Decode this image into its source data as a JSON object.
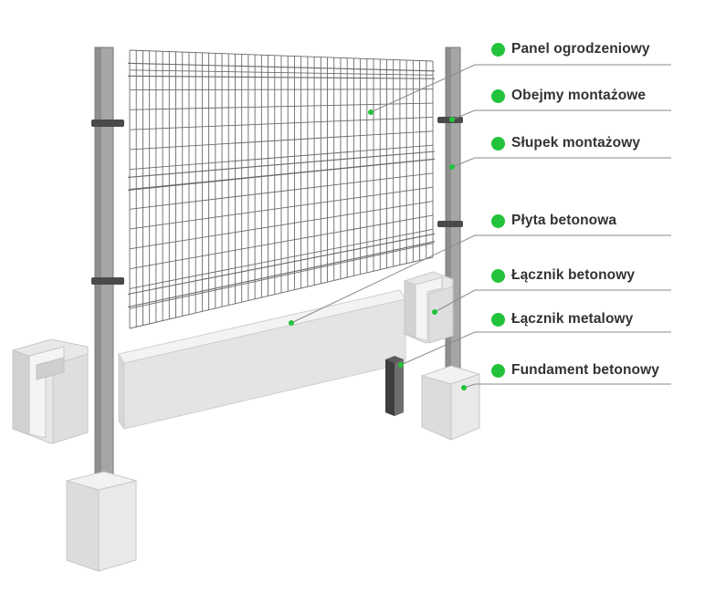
{
  "colors": {
    "accent_green": "#22c33b",
    "post": "#9a9a9a",
    "post_dark": "#6f6f6f",
    "concrete_light": "#ececec",
    "concrete_mid": "#dadada",
    "concrete_dark": "#c4c4c4",
    "mesh": "#6a6a6a",
    "leader_line": "#8a8a8a",
    "text": "#333333"
  },
  "labels": [
    {
      "id": "panel",
      "text": "Panel ogrodzeniowy"
    },
    {
      "id": "clamps",
      "text": "Obejmy montażowe"
    },
    {
      "id": "post",
      "text": "Słupek montażowy"
    },
    {
      "id": "plate",
      "text": "Płyta betonowa"
    },
    {
      "id": "concrete-connector",
      "text": "Łącznik betonowy"
    },
    {
      "id": "metal-connector",
      "text": "Łącznik metalowy"
    },
    {
      "id": "foundation",
      "text": "Fundament betonowy"
    }
  ]
}
